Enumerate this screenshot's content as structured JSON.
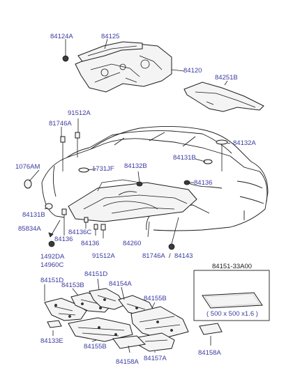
{
  "labels": {
    "l84124A": "84124A",
    "l84125": "84125",
    "l84120": "84120",
    "l84251B": "84251B",
    "l91512A_top": "91512A",
    "l81746A_top": "81746A",
    "l1076AM": "1076AM",
    "l1731JF": "1731JF",
    "l84132B": "84132B",
    "l84131B_r": "84131B",
    "l84132A": "84132A",
    "l84136_r": "84136",
    "l84131B_l": "84131B",
    "l85834A": "85834A",
    "l84136C": "84136C",
    "l84136_l": "84136",
    "l84136_m": "84136",
    "l84260": "84260",
    "l91512A_bot": "91512A",
    "l81746A_bot": "81746A",
    "l84143": "84143",
    "l1492DA": "1492DA",
    "l14960C": "14960C",
    "l84151_33A00": "84151-33A00",
    "l500x500": "( 500 x 500 x1.6 )",
    "l84151D_a": "84151D",
    "l84151D_b": "84151D",
    "l84153B": "84153B",
    "l84154A": "84154A",
    "l84155B_r": "84155B",
    "l84133E": "84133E",
    "l84155B_b": "84155B",
    "l84157A": "84157A",
    "l84158A_m": "84158A",
    "l84158A_r": "84158A"
  }
}
